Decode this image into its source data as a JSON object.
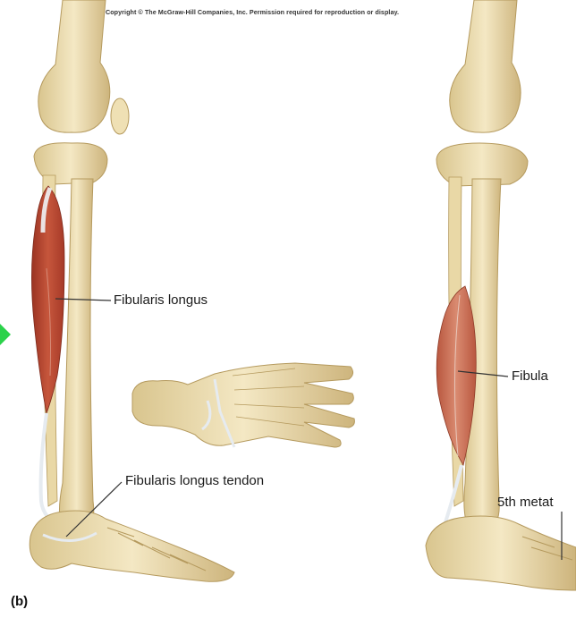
{
  "copyright": "Copyright © The McGraw-Hill Companies, Inc. Permission required for reproduction or display.",
  "labels": {
    "fibularis_longus": "Fibularis longus",
    "fibularis_longus_tendon": "Fibularis longus tendon",
    "fibularis_truncated": "Fibula",
    "fifth_metatarsal_truncated": "5th metat"
  },
  "panel_letter": "(b)",
  "colors": {
    "bone": "#efe2b8",
    "bone_shadow": "#c9b27a",
    "muscle": "#b8432c",
    "muscle_light": "#d9806a",
    "tendon": "#e9eef3",
    "leader": "#333333",
    "arrow": "#2bd24a"
  },
  "icons": [
    "arrow-icon"
  ]
}
